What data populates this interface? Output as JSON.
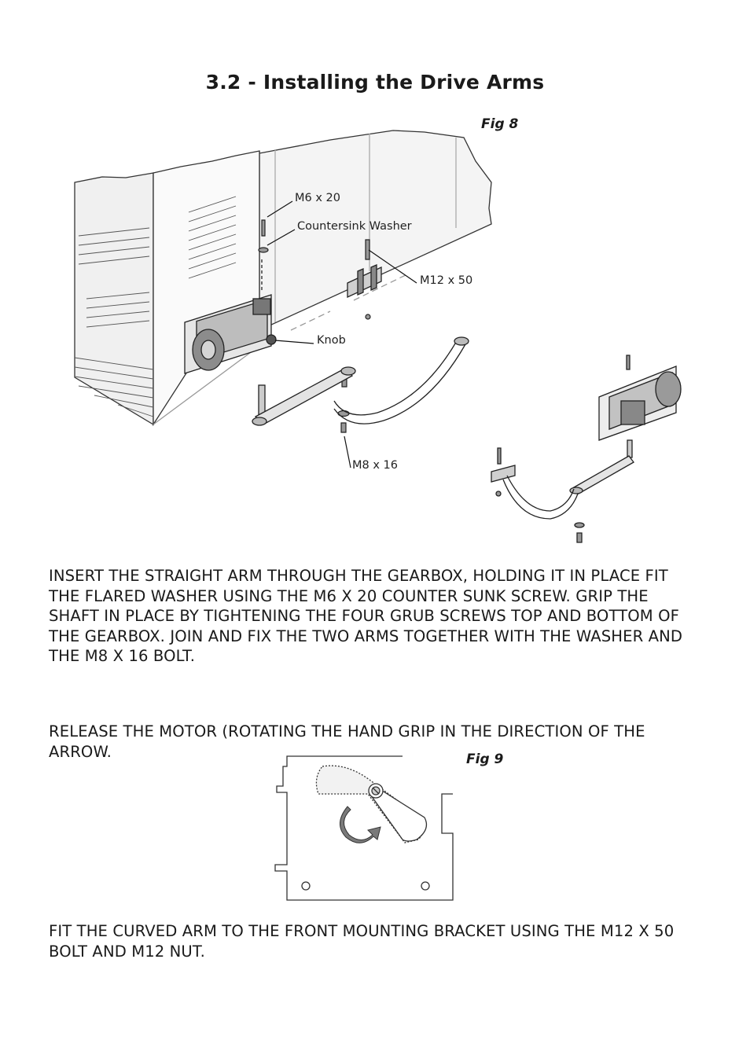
{
  "title": "3.2 - Installing the Drive Arms",
  "figures": {
    "fig8": {
      "label": "Fig 8"
    },
    "fig9": {
      "label": "Fig 9"
    }
  },
  "callouts": {
    "m6": "M6 x 20",
    "washer": "Countersink Washer",
    "m12": "M12 x 50",
    "knob": "Knob",
    "m8": "M8 x 16"
  },
  "paragraphs": {
    "p1": "INSERT THE STRAIGHT ARM THROUGH THE GEARBOX, HOLDING IT IN PLACE FIT THE FLARED WASHER USING THE M6 X 20 COUNTER SUNK SCREW.  GRIP THE SHAFT IN PLACE BY TIGHTENING THE FOUR GRUB SCREWS TOP AND BOTTOM OF THE GEARBOX.  JOIN AND FIX THE TWO ARMS TOGETHER WITH THE WASHER AND THE M8 X 16 BOLT.",
    "p2": "RELEASE THE MOTOR (ROTATING THE HAND GRIP IN THE DIRECTION OF THE ARROW.",
    "p3": "FIT THE CURVED ARM TO THE FRONT MOUNTING BRACKET USING THE M12 X 50 BOLT AND M12 NUT."
  }
}
